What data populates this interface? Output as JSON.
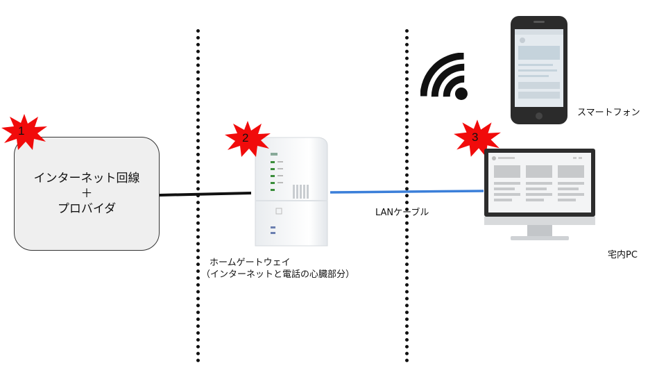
{
  "isp": {
    "line1": "インターネット回線",
    "line2": "＋",
    "line3": "プロバイダ"
  },
  "badges": [
    "1",
    "2",
    "3"
  ],
  "gateway": {
    "label": "ホームゲートウェイ",
    "sublabel": "（インターネットと電話の心臓部分）"
  },
  "cable": {
    "label": "LANケーブル"
  },
  "smartphone": {
    "label": "スマートフォン"
  },
  "pc": {
    "label": "宅内PC"
  },
  "colors": {
    "burst": "#f10b0b",
    "lan_cable": "#3b7fd9",
    "wan_cable": "#111111",
    "box_fill": "#efefef"
  },
  "icons": [
    "wifi-icon",
    "smartphone-icon",
    "desktop-pc-icon",
    "home-gateway-icon"
  ]
}
